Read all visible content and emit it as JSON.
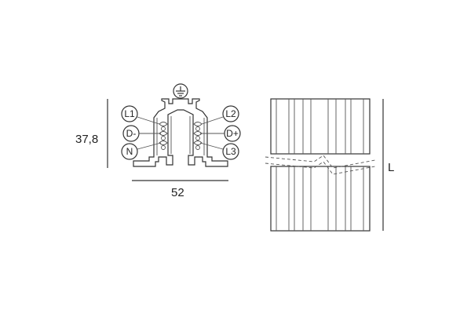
{
  "dimensions": {
    "height_label": "37,8",
    "width_label": "52",
    "length_label": "L"
  },
  "terminals": {
    "left": [
      "L1",
      "D-",
      "N"
    ],
    "right": [
      "L2",
      "D+",
      "L3"
    ]
  },
  "symbols": {
    "ground": "earth-ground-icon"
  }
}
